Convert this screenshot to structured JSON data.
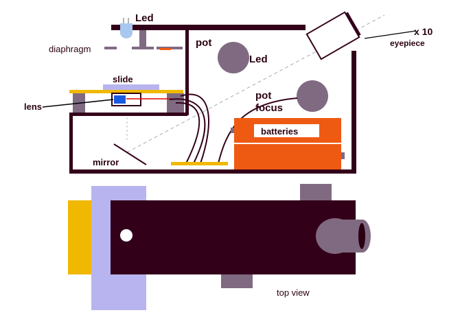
{
  "labels": {
    "led_top": "Led",
    "diaphragm": "diaphragm",
    "pot": "pot",
    "led_pot": "Led",
    "slide": "slide",
    "lens": "lens",
    "pot_focus_1": "pot",
    "pot_focus_2": "focus",
    "batteries": "batteries",
    "mirror": "mirror",
    "magnification": "x 10",
    "eyepiece": "eyepiece",
    "top_view": "top view"
  },
  "colors": {
    "housing": "#33001a",
    "yellow": "#f0b800",
    "orange": "#ef5a12",
    "purple_gray": "#806a82",
    "lavender": "#b8b4f0",
    "led_blue": "#a8c8f0",
    "lens_blue": "#1a5ae0",
    "red": "#e00000"
  }
}
